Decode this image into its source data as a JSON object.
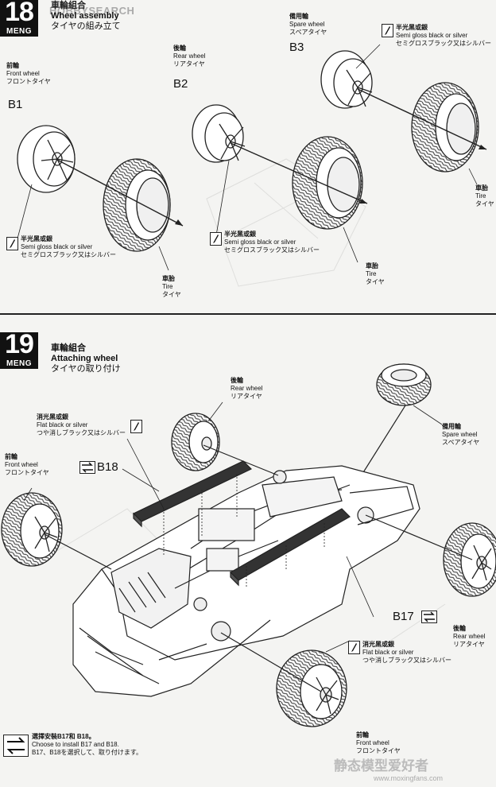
{
  "watermark_top": "HOBBYSEARCH",
  "watermark_bottom": "静态模型爱好者",
  "watermark_url": "www.moxingfans.com",
  "brand": "MENG",
  "step18": {
    "number": "18",
    "title_zh": "車輪組合",
    "title_en": "Wheel assembly",
    "title_jp": "タイヤの組み立て",
    "front": {
      "zh": "前輪",
      "en": "Front wheel",
      "jp": "フロントタイヤ",
      "part": "B1"
    },
    "rear": {
      "zh": "後輪",
      "en": "Rear wheel",
      "jp": "リアタイヤ",
      "part": "B2"
    },
    "spare": {
      "zh": "備用輪",
      "en": "Spare wheel",
      "jp": "スペアタイヤ",
      "part": "B3"
    },
    "paint1": {
      "zh": "半光黑或銀",
      "en": "Semi gloss black or silver",
      "jp": "セミグロスブラック又はシルバー"
    },
    "paint2": {
      "zh": "半光黑或銀",
      "en": "Semi gloss black or silver",
      "jp": "セミグロスブラック又はシルバー"
    },
    "paint3": {
      "zh": "半光黑或銀",
      "en": "Semi gloss black or silver",
      "jp": "セミグロスブラック又はシルバー"
    },
    "tire1": {
      "zh": "車胎",
      "en": "Tire",
      "jp": "タイヤ"
    },
    "tire2": {
      "zh": "車胎",
      "en": "Tire",
      "jp": "タイヤ"
    },
    "tire3": {
      "zh": "車胎",
      "en": "Tire",
      "jp": "タイヤ"
    }
  },
  "step19": {
    "number": "19",
    "title_zh": "車輪組合",
    "title_en": "Attaching wheel",
    "title_jp": "タイヤの取り付け",
    "rear_top": {
      "zh": "後輪",
      "en": "Rear wheel",
      "jp": "リアタイヤ"
    },
    "paint_top": {
      "zh": "消光黑或銀",
      "en": "Flat black or silver",
      "jp": "つや消しブラック又はシルバー"
    },
    "front_left": {
      "zh": "前輪",
      "en": "Front wheel",
      "jp": "フロントタイヤ"
    },
    "spare": {
      "zh": "備用輪",
      "en": "Spare wheel",
      "jp": "スペアタイヤ"
    },
    "rear_right": {
      "zh": "後輪",
      "en": "Rear wheel",
      "jp": "リアタイヤ"
    },
    "paint_bottom": {
      "zh": "消光黑或銀",
      "en": "Flat black or silver",
      "jp": "つや消しブラック又はシルバー"
    },
    "front_bottom": {
      "zh": "前輪",
      "en": "Front wheel",
      "jp": "フロントタイヤ"
    },
    "part_b18": "B18",
    "part_b17": "B17",
    "note": {
      "zh": "選擇安裝B17和 B18。",
      "en": "Choose to install B17 and B18.",
      "jp": "B17、B18を選択して、取り付けます。"
    }
  }
}
